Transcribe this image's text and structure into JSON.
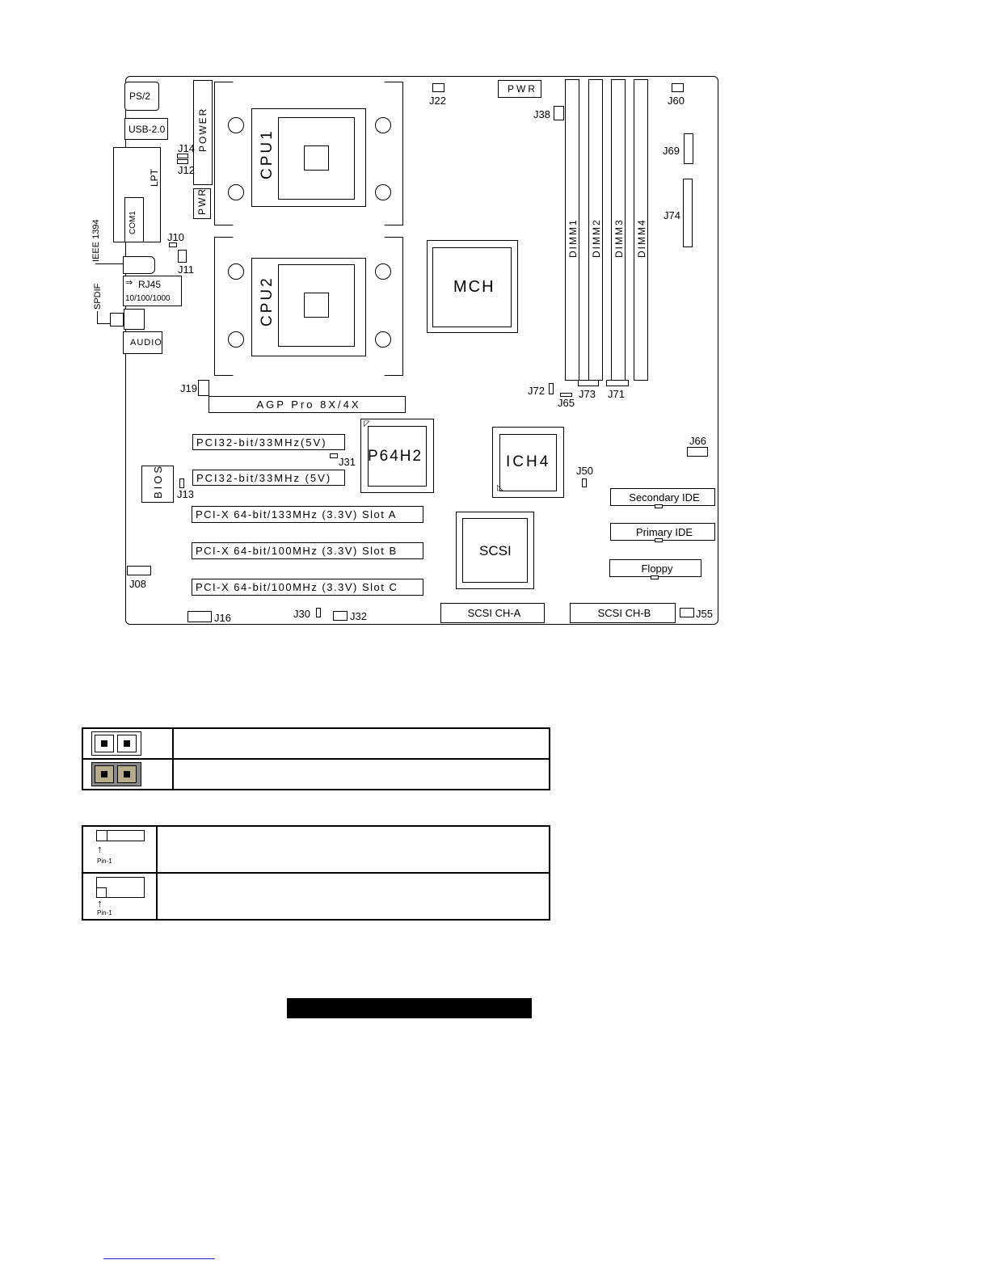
{
  "board": {
    "connectors": {
      "ps2": "PS/2",
      "usb": "USB-2.0",
      "lpt": "LPT",
      "com1": "COM1",
      "ieee1394": "IEEE 1394",
      "rj45": "RJ45",
      "rj45_speed": "10/100/1000",
      "spdif": "SPDIF",
      "audio": "AUDIO",
      "power": "POWER",
      "pwr_left": "PWR",
      "pwr_top": "PWR",
      "bios": "BIOS"
    },
    "chips": {
      "cpu1": "CPU1",
      "cpu2": "CPU2",
      "mch": "MCH",
      "p64h2": "P64H2",
      "ich4": "ICH4",
      "scsi": "SCSI"
    },
    "dimms": [
      "DIMM1",
      "DIMM2",
      "DIMM3",
      "DIMM4"
    ],
    "slots": {
      "agp": "AGP Pro 8X/4X",
      "pci1": "PCI32-bit/33MHz(5V)",
      "pci2": "PCI32-bit/33MHz (5V)",
      "pcix_a": "PCI-X 64-bit/133MHz (3.3V) Slot A",
      "pcix_b": "PCI-X 64-bit/100MHz (3.3V) Slot B",
      "pcix_c": "PCI-X 64-bit/100MHz (3.3V) Slot C"
    },
    "ide": {
      "secondary": "Secondary IDE",
      "primary": "Primary IDE",
      "floppy": "Floppy",
      "scsi_a": "SCSI CH-A",
      "scsi_b": "SCSI CH-B"
    },
    "jumpers": {
      "j22": "J22",
      "j60": "J60",
      "j38": "J38",
      "j69": "J69",
      "j74": "J74",
      "j14": "J14",
      "j12": "J12",
      "j10": "J10",
      "j11": "J11",
      "j19": "J19",
      "j31": "J31",
      "j13": "J13",
      "j08": "J08",
      "j16": "J16",
      "j30": "J30",
      "j32": "J32",
      "j72": "J72",
      "j73": "J73",
      "j71": "J71",
      "j65": "J65",
      "j66": "J66",
      "j50": "J50",
      "j55": "J55"
    }
  },
  "legend": {
    "pin1_a": "Pin-1",
    "pin1_b": "Pin-1"
  }
}
